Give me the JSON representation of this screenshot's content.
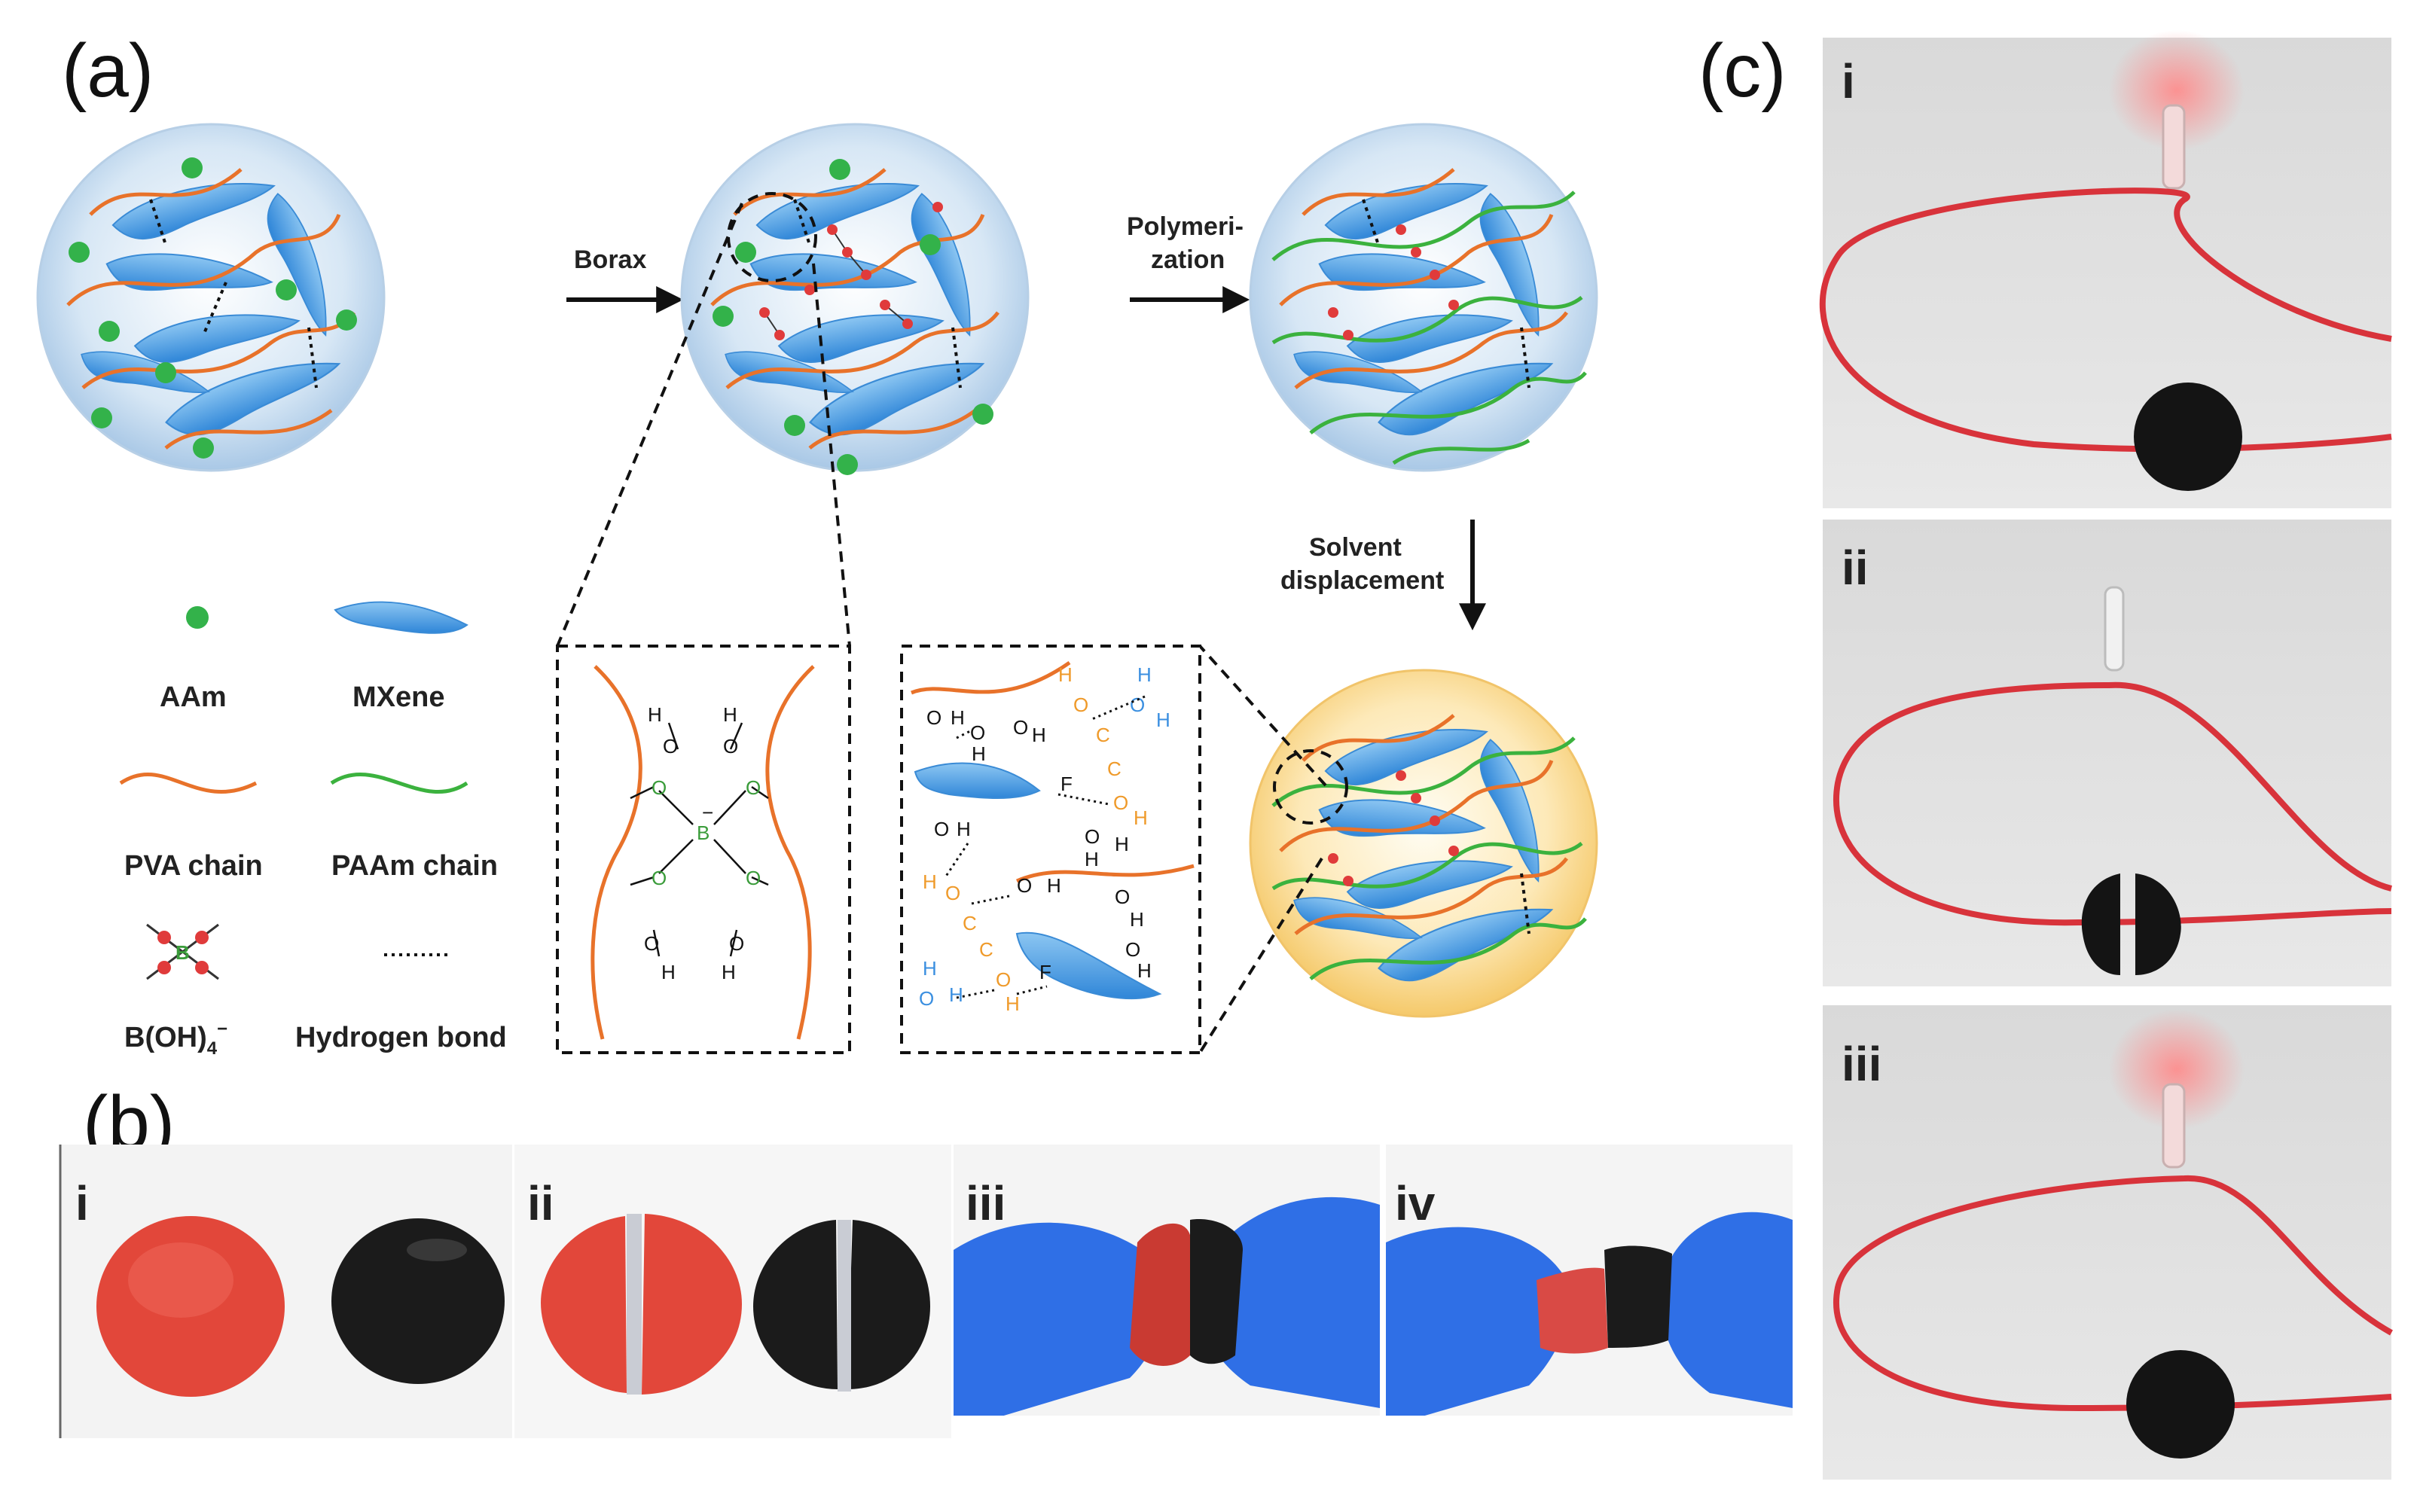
{
  "panels": {
    "a": "(a)",
    "b": "(b)",
    "c": "(c)"
  },
  "arrows": {
    "borax": "Borax",
    "polymerization_1": "Polymeri-",
    "polymerization_2": "zation",
    "solvent_1": "Solvent",
    "solvent_2": "displacement"
  },
  "legend": {
    "aam": "AAm",
    "mxene": "MXene",
    "pva": "PVA chain",
    "paam": "PAAm chain",
    "borate": "B(OH)",
    "borate_sub": "4",
    "borate_sup": "−",
    "hbond": "Hydrogen bond"
  },
  "chem": {
    "H": "H",
    "O": "O",
    "B": "B",
    "F": "F",
    "C": "C",
    "minus": "−"
  },
  "photos_b": [
    "i",
    "ii",
    "iii",
    "iv"
  ],
  "photos_c": [
    "i",
    "ii",
    "iii"
  ],
  "colors": {
    "pva": "#e8722a",
    "paam": "#3bb23e",
    "mxene": "#4a9fe0",
    "aam": "#33b24a",
    "water": "#3b8fe0",
    "borate_node": "#e03b3b",
    "gel_red": "#e2473a",
    "gel_black": "#1b1b1b",
    "glove": "#2f6fe6",
    "wire": "#d8333b"
  }
}
